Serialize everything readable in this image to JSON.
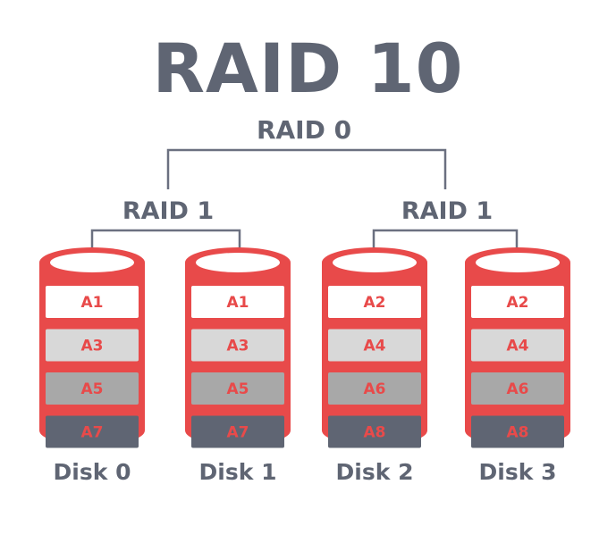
{
  "title": "RAID 10",
  "top_label": "RAID 0",
  "mirror_groups": [
    {
      "label": "RAID 1"
    },
    {
      "label": "RAID 1"
    }
  ],
  "colors": {
    "red": "#e84a4a",
    "dark_gray": "#5f6573",
    "light_gray": "#d8d8d8",
    "mid_gray": "#a8a8a8",
    "line": "#6b7080"
  },
  "disks": [
    {
      "name": "Disk 0",
      "blocks": [
        "A1",
        "A3",
        "A5",
        "A7"
      ]
    },
    {
      "name": "Disk 1",
      "blocks": [
        "A1",
        "A3",
        "A5",
        "A7"
      ]
    },
    {
      "name": "Disk 2",
      "blocks": [
        "A2",
        "A4",
        "A6",
        "A8"
      ]
    },
    {
      "name": "Disk 3",
      "blocks": [
        "A2",
        "A4",
        "A6",
        "A8"
      ]
    }
  ]
}
